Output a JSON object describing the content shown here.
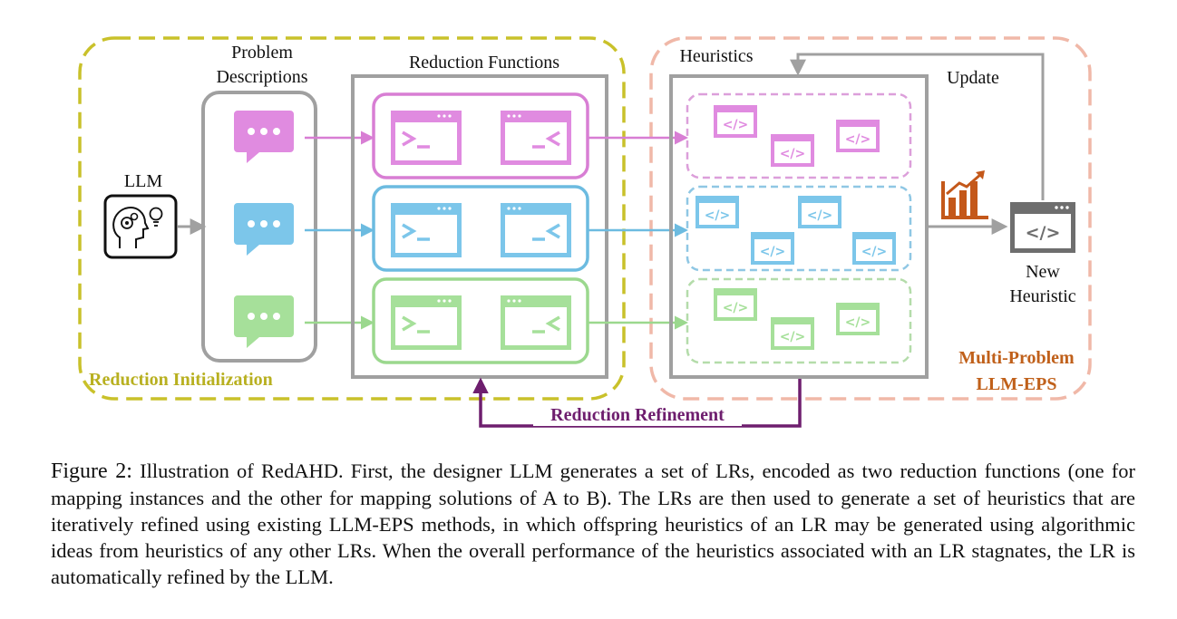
{
  "colors": {
    "init_border": "#c9c12a",
    "init_text": "#b8b020",
    "eps_border": "#f0b8a8",
    "eps_text": "#c0601a",
    "gray": "#a0a0a0",
    "dark_gray": "#6e6e6e",
    "pink": "#d87ed4",
    "blue": "#6cbbe0",
    "green": "#9bd88e",
    "purple": "#6e1e6e"
  },
  "labels": {
    "llm": "LLM",
    "problem_line1": "Problem",
    "problem_line2": "Descriptions",
    "reduction_functions": "Reduction Functions",
    "heuristics": "Heuristics",
    "update": "Update",
    "new_heuristic_line1": "New",
    "new_heuristic_line2": "Heuristic",
    "reduction_initialization": "Reduction Initialization",
    "multi_problem": "Multi-Problem",
    "llm_eps": "LLM-EPS",
    "reduction_refinement": "Reduction Refinement"
  },
  "icons": {
    "llm": "head-gears-lightbulb-icon",
    "problem": "chat-bubble-icon",
    "instance_fn": "terminal-window-icon",
    "solution_fn": "terminal-window-reverse-icon",
    "heuristic": "code-window-icon",
    "performance": "bar-chart-growth-icon"
  },
  "caption": {
    "figure_label": "Figure 2:",
    "text": "Illustration of RedAHD. First, the designer LLM generates a set of LRs, encoded as two reduction functions (one for mapping instances and the other for mapping solutions of A to B). The LRs are then used to generate a set of heuristics that are iteratively refined using existing LLM-EPS methods, in which offspring heuristics of an LR may be generated using algorithmic ideas from heuristics of any other LRs. When the overall performance of the heuristics associated with an LR stagnates, the LR is automatically refined by the LLM."
  }
}
